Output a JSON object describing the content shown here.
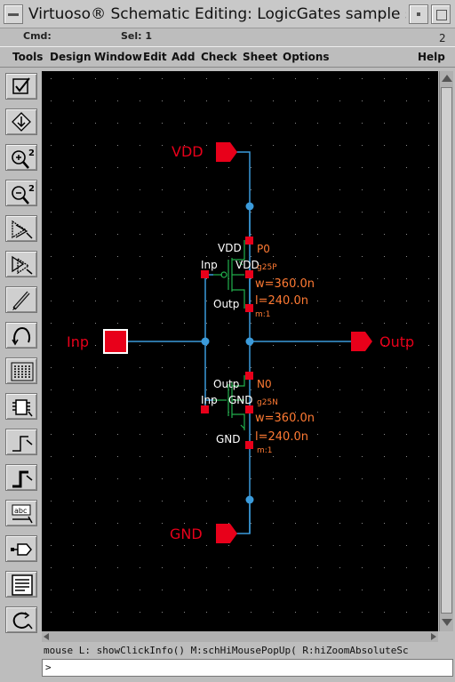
{
  "window": {
    "title": "Virtuoso® Schematic Editing: LogicGates sample sch"
  },
  "status": {
    "cmd_label": "Cmd:",
    "sel_label": "Sel: 1",
    "number": "2"
  },
  "menu": {
    "items": [
      "Tools",
      "Design",
      "Window",
      "Edit",
      "Add",
      "Check",
      "Sheet",
      "Options"
    ],
    "help": "Help"
  },
  "toolbar": {
    "tools": [
      "check-icon",
      "save-icon",
      "zoom-in-2-icon",
      "zoom-out-2-icon",
      "stretch-icon",
      "copy-icon",
      "delete-icon",
      "undo-icon",
      "property-icon",
      "instance-icon",
      "wire-narrow-icon",
      "wire-wide-icon",
      "label-icon",
      "pin-icon",
      "cellview-icon",
      "repeat-icon"
    ]
  },
  "schematic": {
    "colors": {
      "background": "#000000",
      "wire": "#3b9bdb",
      "pin": "#e8001a",
      "label_white": "#ffffff",
      "label_orange": "#ff7a33",
      "device_green": "#22b14c"
    },
    "pins": {
      "vdd": "VDD",
      "gnd": "GND",
      "inp": "Inp",
      "outp": "Outp"
    },
    "pmos": {
      "instance": "P0",
      "model": "g25P",
      "width": "w=360.0n",
      "length": "l=240.0n",
      "mult": "m:1",
      "term_source": "VDD",
      "term_gate": "Inp",
      "term_bulk": "VDD",
      "term_drain": "Outp"
    },
    "nmos": {
      "instance": "N0",
      "model": "g25N",
      "width": "w=360.0n",
      "length": "l=240.0n",
      "mult": "m:1",
      "term_drain": "Outp",
      "term_gate": "Inp",
      "term_bulk": "GND",
      "term_source": "GND"
    }
  },
  "mouse_info": "mouse L: showClickInfo() M:schHiMousePopUp( R:hiZoomAbsoluteSc",
  "command_prompt": ">"
}
